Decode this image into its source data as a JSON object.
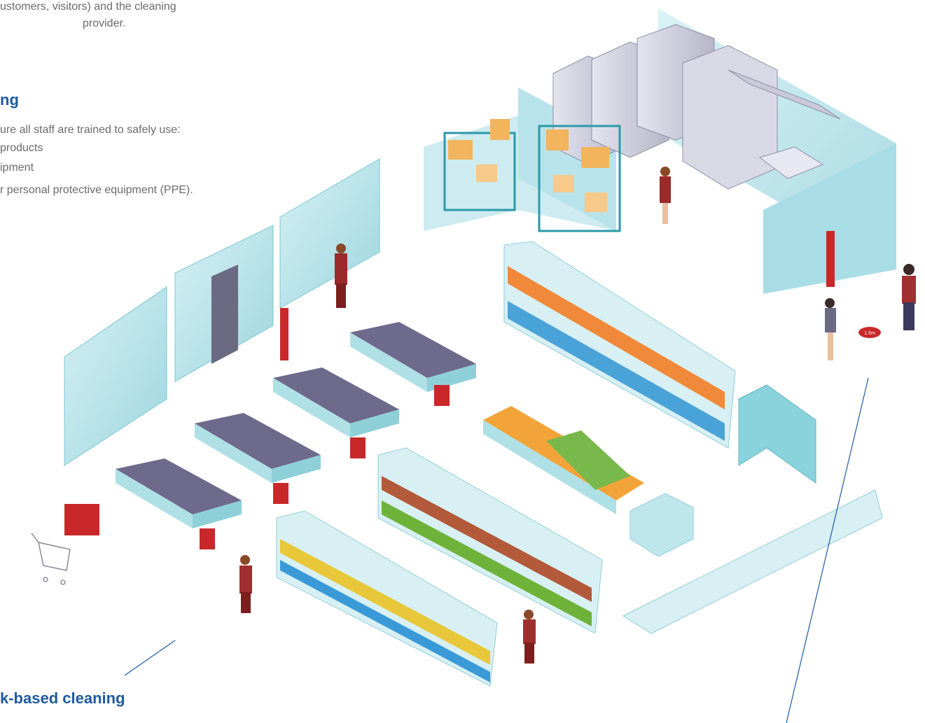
{
  "intro": {
    "line1": "ustomers, visitors) and the cleaning",
    "line2": "provider."
  },
  "training": {
    "heading": "ng",
    "line1": "ure all staff are trained to safely use:",
    "line2": "products",
    "line3": "ipment",
    "line4": "r personal protective equipment (PPE)."
  },
  "risk": {
    "heading": "k-based cleaning",
    "partial": "..."
  },
  "floor_marker": {
    "label": "1.5m"
  },
  "colors": {
    "heading_blue": "#1e5aa0",
    "glass": "#bfe6ec",
    "accent_red": "#c8282a",
    "counter_purple": "#6e6a8c",
    "callout_line": "#1e5aa0"
  }
}
